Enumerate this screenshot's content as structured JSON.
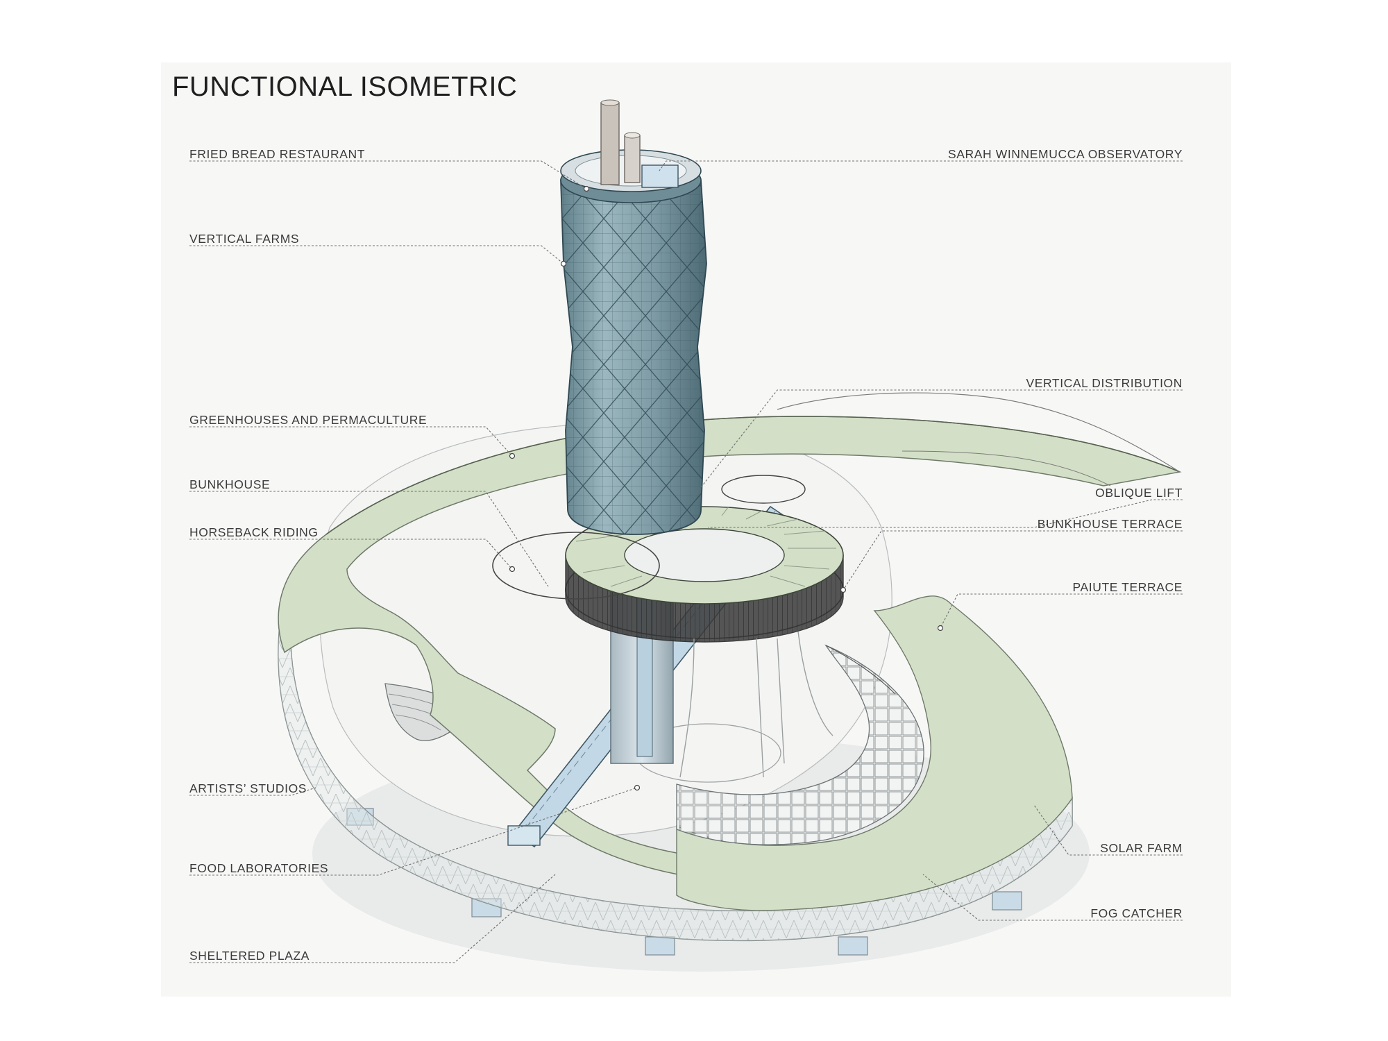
{
  "title": "FUNCTIONAL ISOMETRIC",
  "labels_left": [
    {
      "id": "fried-bread-restaurant",
      "text": "FRIED BREAD RESTAURANT"
    },
    {
      "id": "vertical-farms",
      "text": "VERTICAL FARMS"
    },
    {
      "id": "greenhouses-and-permaculture",
      "text": "GREENHOUSES AND PERMACULTURE"
    },
    {
      "id": "bunkhouse",
      "text": "BUNKHOUSE"
    },
    {
      "id": "horseback-riding",
      "text": "HORSEBACK RIDING"
    },
    {
      "id": "artists-studios",
      "text": "ARTISTS’ STUDIOS"
    },
    {
      "id": "food-laboratories",
      "text": "FOOD LABORATORIES"
    },
    {
      "id": "sheltered-plaza",
      "text": "SHELTERED PLAZA"
    }
  ],
  "labels_right": [
    {
      "id": "sarah-winnemucca-observatory",
      "text": "SARAH WINNEMUCCA OBSERVATORY"
    },
    {
      "id": "vertical-distribution",
      "text": "VERTICAL DISTRIBUTION"
    },
    {
      "id": "oblique-lift",
      "text": "OBLIQUE LIFT"
    },
    {
      "id": "bunkhouse-terrace",
      "text": "BUNKHOUSE TERRACE"
    },
    {
      "id": "paiute-terrace",
      "text": "PAIUTE TERRACE"
    },
    {
      "id": "solar-farm",
      "text": "SOLAR FARM"
    },
    {
      "id": "fog-catcher",
      "text": "FOG CATCHER"
    }
  ],
  "colors": {
    "panel": "#f7f7f6",
    "green_deck": "#d3dfc6",
    "tower_glass": "#7f9da6",
    "lift_blue": "#c2d8e6",
    "leader_line": "#6f6f6f",
    "label_text": "#3b3b3b"
  }
}
